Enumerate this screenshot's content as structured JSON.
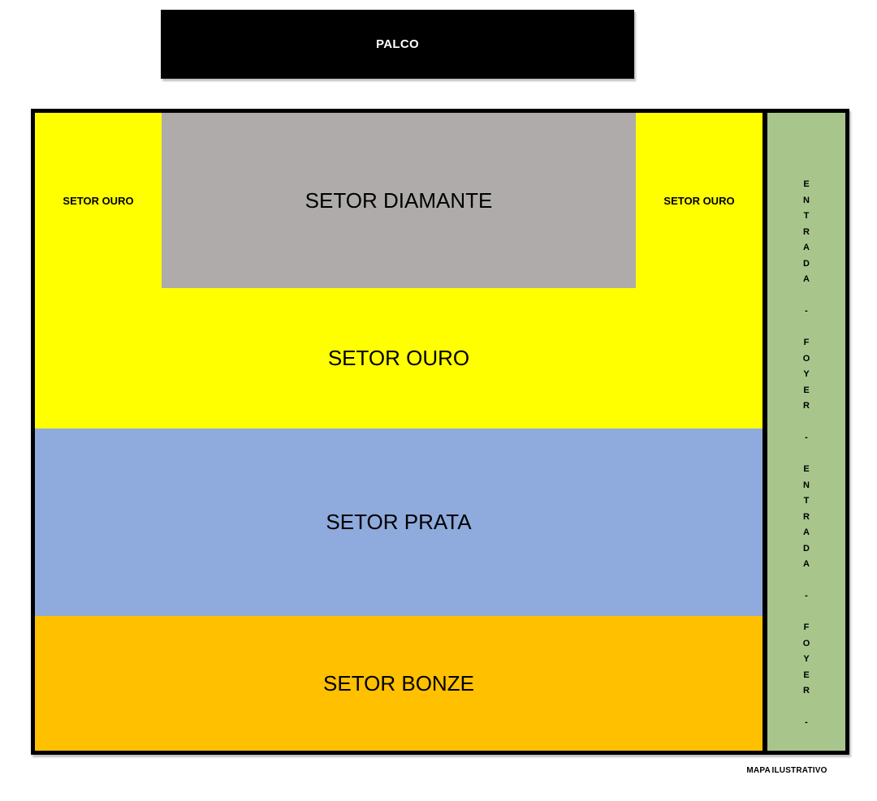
{
  "stage": {
    "label": "PALCO"
  },
  "map": {
    "sectors": {
      "diamante": {
        "label": "SETOR DIAMANTE",
        "color": "#AFABAB"
      },
      "ouro": {
        "label": "SETOR OURO",
        "color": "#FFFF00"
      },
      "prata": {
        "label": "SETOR PRATA",
        "color": "#8FAADC"
      },
      "bronze": {
        "label": "SETOR BONZE",
        "color": "#FFC000"
      }
    },
    "entrance_strip": {
      "color": "#A8C68C",
      "vertical_text": "E\nN\nT\nR\nA\nD\nA\n\n-\n\nF\nO\nY\nE\nR\n\n-\n\nE\nN\nT\nR\nA\nD\nA\n\n-\n\nF\nO\nY\nE\nR\n\n-"
    },
    "footnote": "MAPA ILUSTRATIVO"
  },
  "colors": {
    "stage_bg": "#000000",
    "stage_text": "#ffffff",
    "border": "#000000",
    "background": "#ffffff"
  }
}
